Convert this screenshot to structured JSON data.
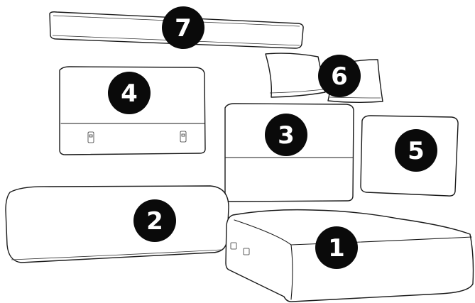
{
  "diagram": {
    "badge_color": "#0a0a0a",
    "badge_text_color": "#ffffff",
    "line_color": "#1a1a1a",
    "parts": [
      {
        "id": "seat-cushion",
        "number": "1"
      },
      {
        "id": "long-cushion",
        "number": "2"
      },
      {
        "id": "back-cushion-3",
        "number": "3"
      },
      {
        "id": "back-cushion-4",
        "number": "4"
      },
      {
        "id": "square-cushion",
        "number": "5"
      },
      {
        "id": "pillows",
        "number": "6"
      },
      {
        "id": "bolster",
        "number": "7"
      }
    ]
  }
}
